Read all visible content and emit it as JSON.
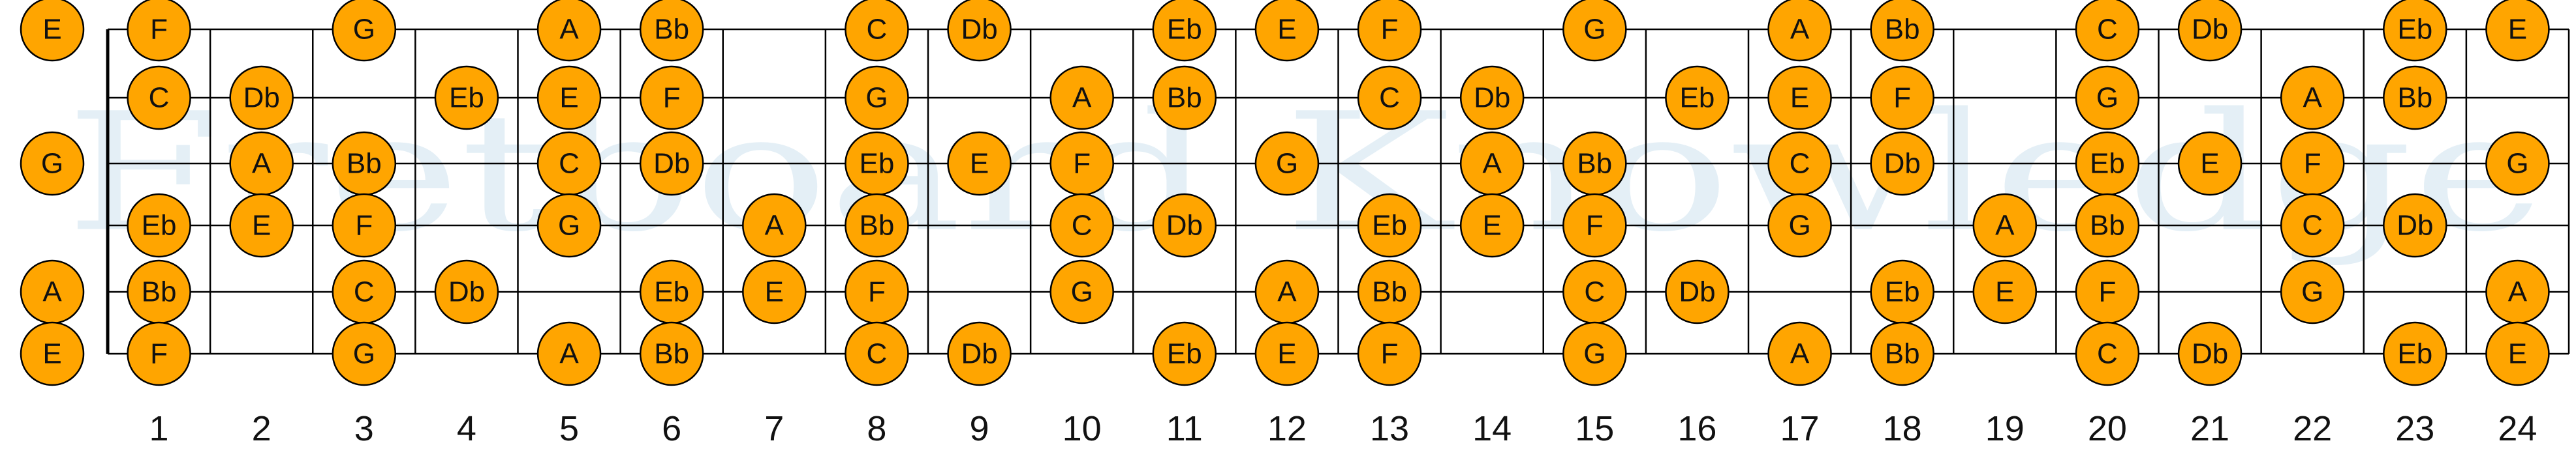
{
  "watermark": "Fretboard Knowledge",
  "colors": {
    "note_fill": "#FFA500",
    "note_stroke": "#000000",
    "line": "#000000",
    "watermark": "#cfe3ef"
  },
  "fret_numbers": [
    "1",
    "2",
    "3",
    "4",
    "5",
    "6",
    "7",
    "8",
    "9",
    "10",
    "11",
    "12",
    "13",
    "14",
    "15",
    "16",
    "17",
    "18",
    "19",
    "20",
    "21",
    "22",
    "23",
    "24"
  ],
  "strings": [
    {
      "name": "high-e",
      "notes": [
        {
          "fret": 0,
          "note": "E"
        },
        {
          "fret": 1,
          "note": "F"
        },
        {
          "fret": 3,
          "note": "G"
        },
        {
          "fret": 5,
          "note": "A"
        },
        {
          "fret": 6,
          "note": "Bb"
        },
        {
          "fret": 8,
          "note": "C"
        },
        {
          "fret": 9,
          "note": "Db"
        },
        {
          "fret": 11,
          "note": "Eb"
        },
        {
          "fret": 12,
          "note": "E"
        },
        {
          "fret": 13,
          "note": "F"
        },
        {
          "fret": 15,
          "note": "G"
        },
        {
          "fret": 17,
          "note": "A"
        },
        {
          "fret": 18,
          "note": "Bb"
        },
        {
          "fret": 20,
          "note": "C"
        },
        {
          "fret": 21,
          "note": "Db"
        },
        {
          "fret": 23,
          "note": "Eb"
        },
        {
          "fret": 24,
          "note": "E"
        }
      ]
    },
    {
      "name": "b",
      "notes": [
        {
          "fret": 1,
          "note": "C"
        },
        {
          "fret": 2,
          "note": "Db"
        },
        {
          "fret": 4,
          "note": "Eb"
        },
        {
          "fret": 5,
          "note": "E"
        },
        {
          "fret": 6,
          "note": "F"
        },
        {
          "fret": 8,
          "note": "G"
        },
        {
          "fret": 10,
          "note": "A"
        },
        {
          "fret": 11,
          "note": "Bb"
        },
        {
          "fret": 13,
          "note": "C"
        },
        {
          "fret": 14,
          "note": "Db"
        },
        {
          "fret": 16,
          "note": "Eb"
        },
        {
          "fret": 17,
          "note": "E"
        },
        {
          "fret": 18,
          "note": "F"
        },
        {
          "fret": 20,
          "note": "G"
        },
        {
          "fret": 22,
          "note": "A"
        },
        {
          "fret": 23,
          "note": "Bb"
        }
      ]
    },
    {
      "name": "g",
      "notes": [
        {
          "fret": 0,
          "note": "G"
        },
        {
          "fret": 2,
          "note": "A"
        },
        {
          "fret": 3,
          "note": "Bb"
        },
        {
          "fret": 5,
          "note": "C"
        },
        {
          "fret": 6,
          "note": "Db"
        },
        {
          "fret": 8,
          "note": "Eb"
        },
        {
          "fret": 9,
          "note": "E"
        },
        {
          "fret": 10,
          "note": "F"
        },
        {
          "fret": 12,
          "note": "G"
        },
        {
          "fret": 14,
          "note": "A"
        },
        {
          "fret": 15,
          "note": "Bb"
        },
        {
          "fret": 17,
          "note": "C"
        },
        {
          "fret": 18,
          "note": "Db"
        },
        {
          "fret": 20,
          "note": "Eb"
        },
        {
          "fret": 21,
          "note": "E"
        },
        {
          "fret": 22,
          "note": "F"
        },
        {
          "fret": 24,
          "note": "G"
        }
      ]
    },
    {
      "name": "d",
      "notes": [
        {
          "fret": 1,
          "note": "Eb"
        },
        {
          "fret": 2,
          "note": "E"
        },
        {
          "fret": 3,
          "note": "F"
        },
        {
          "fret": 5,
          "note": "G"
        },
        {
          "fret": 7,
          "note": "A"
        },
        {
          "fret": 8,
          "note": "Bb"
        },
        {
          "fret": 10,
          "note": "C"
        },
        {
          "fret": 11,
          "note": "Db"
        },
        {
          "fret": 13,
          "note": "Eb"
        },
        {
          "fret": 14,
          "note": "E"
        },
        {
          "fret": 15,
          "note": "F"
        },
        {
          "fret": 17,
          "note": "G"
        },
        {
          "fret": 19,
          "note": "A"
        },
        {
          "fret": 20,
          "note": "Bb"
        },
        {
          "fret": 22,
          "note": "C"
        },
        {
          "fret": 23,
          "note": "Db"
        }
      ]
    },
    {
      "name": "a",
      "notes": [
        {
          "fret": 0,
          "note": "A"
        },
        {
          "fret": 1,
          "note": "Bb"
        },
        {
          "fret": 3,
          "note": "C"
        },
        {
          "fret": 4,
          "note": "Db"
        },
        {
          "fret": 6,
          "note": "Eb"
        },
        {
          "fret": 7,
          "note": "E"
        },
        {
          "fret": 8,
          "note": "F"
        },
        {
          "fret": 10,
          "note": "G"
        },
        {
          "fret": 12,
          "note": "A"
        },
        {
          "fret": 13,
          "note": "Bb"
        },
        {
          "fret": 15,
          "note": "C"
        },
        {
          "fret": 16,
          "note": "Db"
        },
        {
          "fret": 18,
          "note": "Eb"
        },
        {
          "fret": 19,
          "note": "E"
        },
        {
          "fret": 20,
          "note": "F"
        },
        {
          "fret": 22,
          "note": "G"
        },
        {
          "fret": 24,
          "note": "A"
        }
      ]
    },
    {
      "name": "low-e",
      "notes": [
        {
          "fret": 0,
          "note": "E"
        },
        {
          "fret": 1,
          "note": "F"
        },
        {
          "fret": 3,
          "note": "G"
        },
        {
          "fret": 5,
          "note": "A"
        },
        {
          "fret": 6,
          "note": "Bb"
        },
        {
          "fret": 8,
          "note": "C"
        },
        {
          "fret": 9,
          "note": "Db"
        },
        {
          "fret": 11,
          "note": "Eb"
        },
        {
          "fret": 12,
          "note": "E"
        },
        {
          "fret": 13,
          "note": "F"
        },
        {
          "fret": 15,
          "note": "G"
        },
        {
          "fret": 17,
          "note": "A"
        },
        {
          "fret": 18,
          "note": "Bb"
        },
        {
          "fret": 20,
          "note": "C"
        },
        {
          "fret": 21,
          "note": "Db"
        },
        {
          "fret": 23,
          "note": "Eb"
        },
        {
          "fret": 24,
          "note": "E"
        }
      ]
    }
  ]
}
